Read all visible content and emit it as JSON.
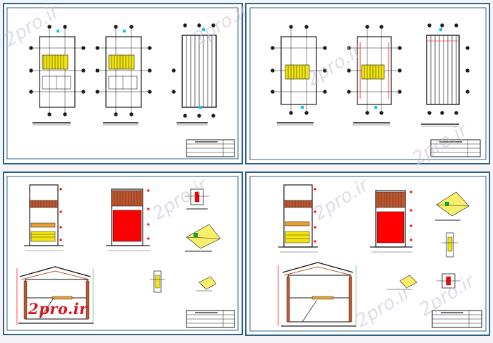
{
  "watermark": {
    "site_text": "2pro.ir",
    "logo_text": "2pro.ir"
  },
  "colors": {
    "sheet_border": "#2e5f86",
    "line_work": "#1b1b1b",
    "accent_red": "#ff0000",
    "accent_yellow": "#f2e40c",
    "accent_cyan": "#00c7e6",
    "dimension_green": "#13a23a",
    "watermark": "#c8bed7",
    "logo": "#d8141c"
  },
  "sheets": [
    {
      "id": "sheet-1",
      "content": [
        "floor-plan",
        "floor-plan",
        "roof-plan"
      ]
    },
    {
      "id": "sheet-2",
      "content": [
        "floor-plan",
        "floor-plan",
        "roof-plan"
      ]
    },
    {
      "id": "sheet-3",
      "content": [
        "front-elevation",
        "side-elevation",
        "section",
        "details"
      ]
    },
    {
      "id": "sheet-4",
      "content": [
        "front-elevation",
        "side-elevation",
        "section",
        "details"
      ]
    }
  ]
}
